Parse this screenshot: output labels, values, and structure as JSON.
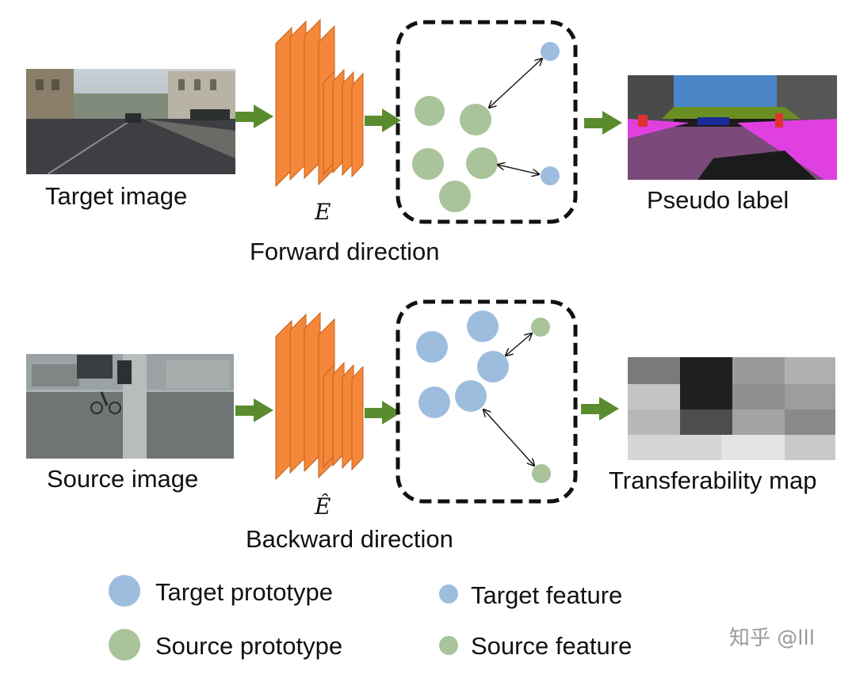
{
  "forward": {
    "input_label": "Target image",
    "encoder_symbol": "E",
    "direction_label": "Forward direction",
    "output_label": "Pseudo label"
  },
  "backward": {
    "input_label": "Source image",
    "encoder_symbol": "Ê",
    "direction_label": "Backward direction",
    "output_label": "Transferability map"
  },
  "legend": {
    "target_prototype": "Target prototype",
    "source_prototype": "Source prototype",
    "target_feature": "Target feature",
    "source_feature": "Source feature"
  },
  "watermark": "知乎 @lll",
  "colors": {
    "target_blue": "#9dbddf",
    "source_green": "#a9c39a",
    "encoder_orange": "#f5873a",
    "arrow_green": "#5a8c2f"
  }
}
